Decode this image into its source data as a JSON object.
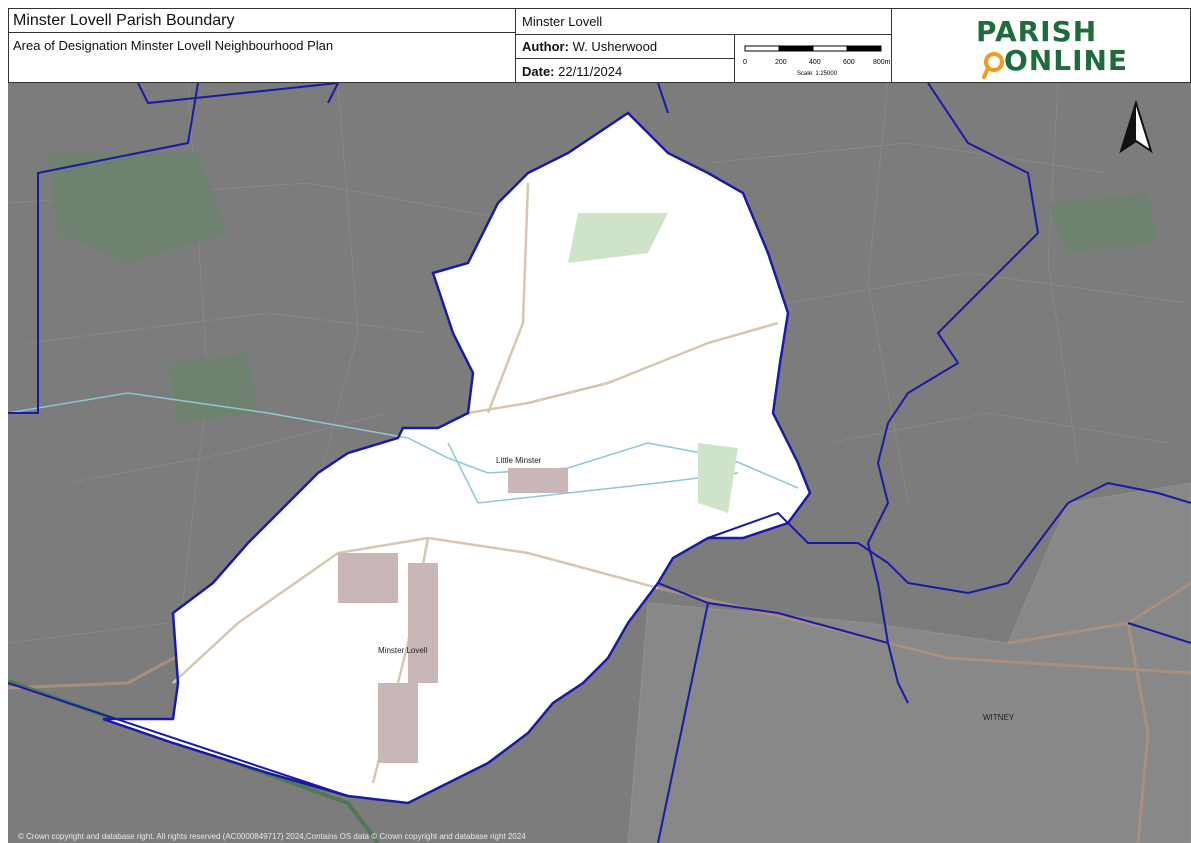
{
  "header": {
    "title": "Minster Lovell Parish Boundary",
    "subtitle": "Area of Designation Minster Lovell Neighbourhood Plan",
    "place": "Minster Lovell",
    "author_label": "Author:",
    "author_value": "W. Usherwood",
    "date_label": "Date:",
    "date_value": "22/11/2024"
  },
  "scalebar": {
    "ticks": [
      "0",
      "200",
      "400",
      "600",
      "800m"
    ],
    "scale_text": "Scale: 1:25000"
  },
  "logo": {
    "line1": "PARISH",
    "line2": "ONLINE"
  },
  "map": {
    "labels": {
      "little_minster": "Little Minster",
      "minster_lovell": "Minster Lovell",
      "witney": "WITNEY"
    },
    "copyright": "© Crown copyright and database right. All rights reserved (AC0000849717) 2024,Contains OS data © Crown copyright and database right 2024"
  },
  "colors": {
    "boundary": "#1a1aa8",
    "designated_area": "#ffffff",
    "map_shade": "#7c7c7c",
    "logo_green": "#1e6b3e",
    "logo_orange": "#f39a1f"
  }
}
